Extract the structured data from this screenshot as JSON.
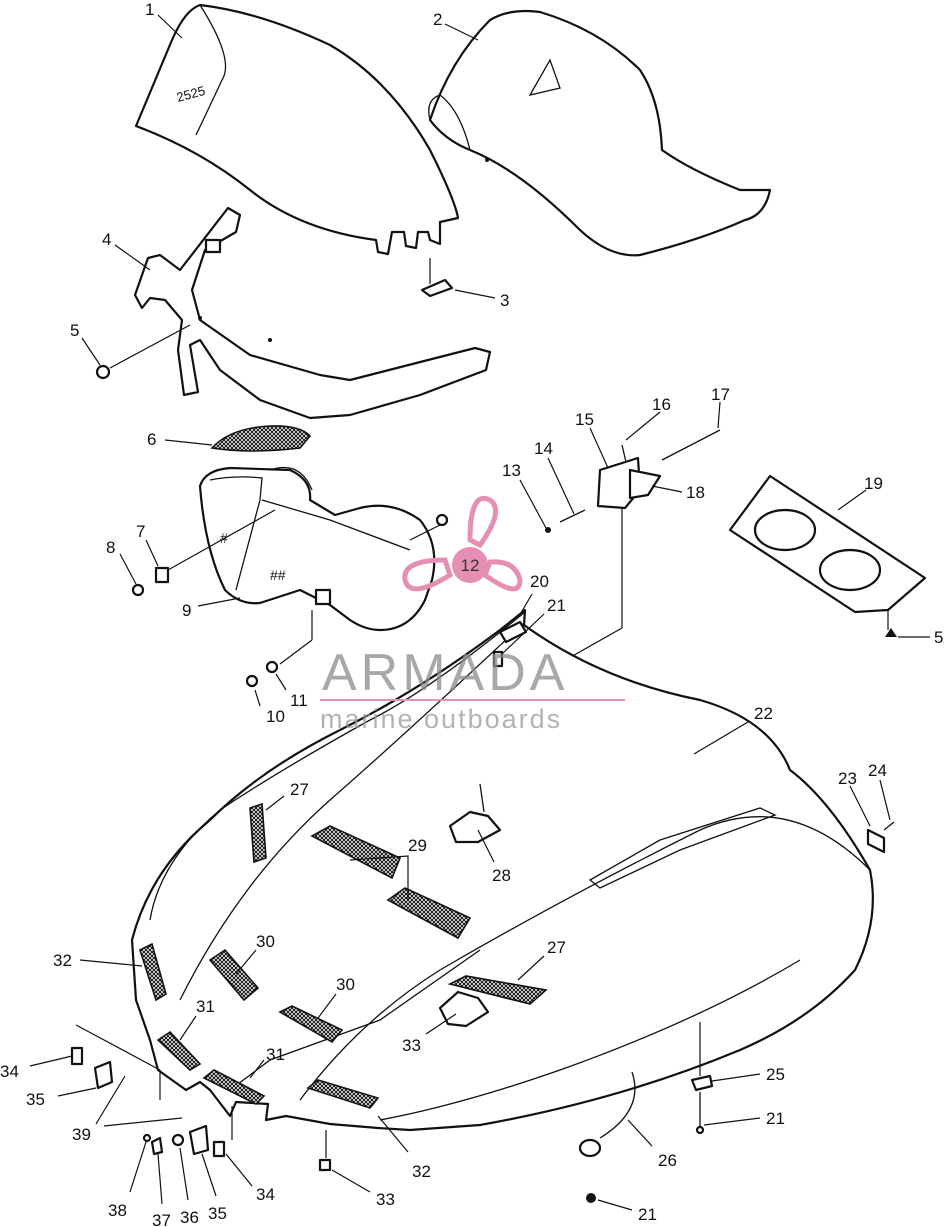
{
  "watermark": {
    "brand": "ARMADA",
    "tagline": "marine outboards",
    "logo_number": "12",
    "logo_color": "#e58fb4"
  },
  "callouts": [
    {
      "id": "c1",
      "text": "1"
    },
    {
      "id": "c2",
      "text": "2"
    },
    {
      "id": "c3",
      "text": "3"
    },
    {
      "id": "c4",
      "text": "4"
    },
    {
      "id": "c5a",
      "text": "5"
    },
    {
      "id": "c5b",
      "text": "5"
    },
    {
      "id": "c6",
      "text": "6"
    },
    {
      "id": "c7",
      "text": "7"
    },
    {
      "id": "c8",
      "text": "8"
    },
    {
      "id": "c9",
      "text": "9"
    },
    {
      "id": "c10",
      "text": "10"
    },
    {
      "id": "c11",
      "text": "11"
    },
    {
      "id": "c13",
      "text": "13"
    },
    {
      "id": "c14",
      "text": "14"
    },
    {
      "id": "c15",
      "text": "15"
    },
    {
      "id": "c16",
      "text": "16"
    },
    {
      "id": "c17",
      "text": "17"
    },
    {
      "id": "c18",
      "text": "18"
    },
    {
      "id": "c19",
      "text": "19"
    },
    {
      "id": "c20",
      "text": "20"
    },
    {
      "id": "c21a",
      "text": "21"
    },
    {
      "id": "c21b",
      "text": "21"
    },
    {
      "id": "c21c",
      "text": "21"
    },
    {
      "id": "c22",
      "text": "22"
    },
    {
      "id": "c23",
      "text": "23"
    },
    {
      "id": "c24",
      "text": "24"
    },
    {
      "id": "c25",
      "text": "25"
    },
    {
      "id": "c26",
      "text": "26"
    },
    {
      "id": "c27a",
      "text": "27"
    },
    {
      "id": "c27b",
      "text": "27"
    },
    {
      "id": "c28",
      "text": "28"
    },
    {
      "id": "c29",
      "text": "29"
    },
    {
      "id": "c30a",
      "text": "30"
    },
    {
      "id": "c30b",
      "text": "30"
    },
    {
      "id": "c31a",
      "text": "31"
    },
    {
      "id": "c31b",
      "text": "31"
    },
    {
      "id": "c32a",
      "text": "32"
    },
    {
      "id": "c32b",
      "text": "32"
    },
    {
      "id": "c33a",
      "text": "33"
    },
    {
      "id": "c33b",
      "text": "33"
    },
    {
      "id": "c34a",
      "text": "34"
    },
    {
      "id": "c34b",
      "text": "34"
    },
    {
      "id": "c35a",
      "text": "35"
    },
    {
      "id": "c35b",
      "text": "35"
    },
    {
      "id": "c36",
      "text": "36"
    },
    {
      "id": "c37",
      "text": "37"
    },
    {
      "id": "c38",
      "text": "38"
    },
    {
      "id": "c39",
      "text": "39"
    }
  ]
}
